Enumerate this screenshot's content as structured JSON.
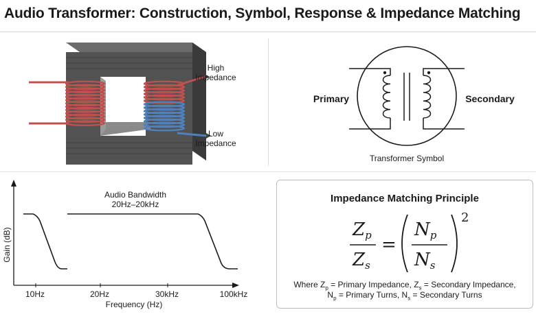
{
  "title": "Audio Transformer: Construction, Symbol, Response & Impedance Matching",
  "construction": {
    "high_label": "High\nImpedance",
    "low_label": "Low\nImpedance",
    "colors": {
      "core": "#4a4a4a",
      "primary_coil": "#c0504d",
      "secondary_coil": "#4f81bd"
    }
  },
  "symbol": {
    "primary_label": "Primary",
    "secondary_label": "Secondary",
    "caption": "Transformer Symbol"
  },
  "response": {
    "bandwidth_label": "Audio Bandwidth",
    "bandwidth_range": "20Hz–20kHz",
    "ylabel": "Gain (dB)",
    "xlabel": "Frequency (Hz)",
    "ticks": [
      "10Hz",
      "20Hz",
      "30kHz",
      "100kHz"
    ]
  },
  "chart_data": {
    "type": "line",
    "title": "",
    "xlabel": "Frequency (Hz)",
    "ylabel": "Gain (dB)",
    "tick_labels": [
      "10Hz",
      "20Hz",
      "30kHz",
      "100kHz"
    ],
    "annotations": [
      "Audio Bandwidth",
      "20Hz–20kHz"
    ],
    "grid": false
  },
  "impedance": {
    "heading": "Impedance Matching Principle",
    "formula_lhs_num": "Z",
    "formula_lhs_num_sub": "p",
    "formula_lhs_den": "Z",
    "formula_lhs_den_sub": "s",
    "formula_rhs_num": "N",
    "formula_rhs_num_sub": "p",
    "formula_rhs_den": "N",
    "formula_rhs_den_sub": "s",
    "exponent": "2",
    "line1_a": "Where Z",
    "line1_a_sub": "p",
    "line1_b": " = Primary Impedance, Z",
    "line1_b_sub": "s",
    "line1_c": " = Secondary Impedance,",
    "line2_a": "N",
    "line2_a_sub": "p",
    "line2_b": " = Primary Turns, N",
    "line2_b_sub": "s",
    "line2_c": " = Secondary Turns"
  }
}
